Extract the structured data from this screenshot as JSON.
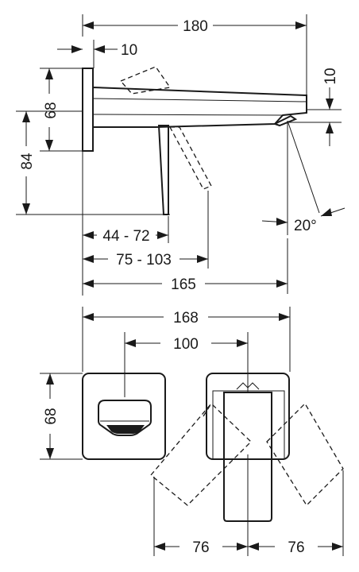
{
  "side_view": {
    "dimensions": {
      "total_length": "180",
      "plate_depth": "10",
      "spout_height": "10",
      "plate_height": "68",
      "height_to_lever": "84",
      "lever_angle": "20°",
      "lever_range_1": "44 - 72",
      "lever_range_2": "75 - 103",
      "projection": "165"
    }
  },
  "front_view": {
    "dimensions": {
      "overall_width": "168",
      "centre_distance": "100",
      "plate_height": "68",
      "lever_swing_left": "76",
      "lever_swing_right": "76"
    }
  }
}
